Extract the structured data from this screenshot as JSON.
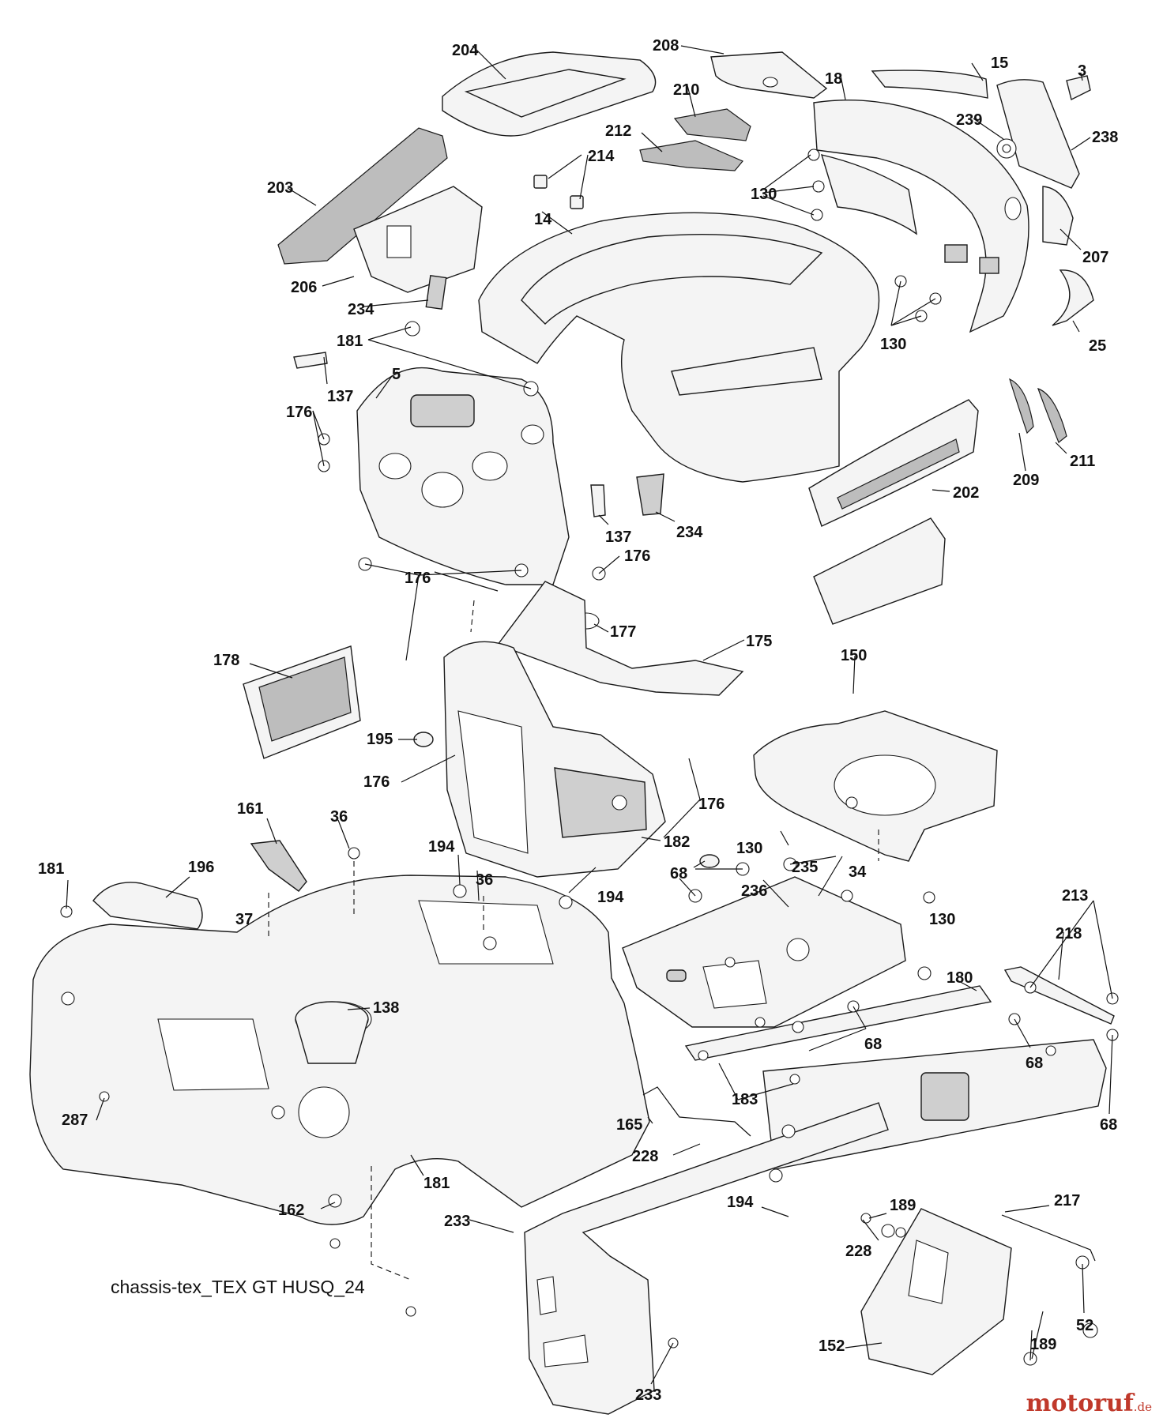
{
  "diagram": {
    "caption": "chassis-tex_TEX GT HUSQ_24",
    "watermark": {
      "name": "motoruf",
      "tld": ".de",
      "color": "#c0392b"
    },
    "callouts": [
      "204",
      "208",
      "15",
      "3",
      "18",
      "210",
      "212",
      "239",
      "238",
      "214",
      "203",
      "130",
      "206",
      "14",
      "207",
      "234",
      "130",
      "25",
      "181",
      "137",
      "5",
      "176",
      "209",
      "211",
      "202",
      "137",
      "234",
      "176",
      "176",
      "177",
      "175",
      "178",
      "150",
      "195",
      "176",
      "176",
      "182",
      "161",
      "36",
      "130",
      "194",
      "235",
      "34",
      "68",
      "236",
      "181",
      "196",
      "194",
      "37",
      "130",
      "213",
      "218",
      "36",
      "180",
      "138",
      "68",
      "68",
      "183",
      "68",
      "287",
      "165",
      "228",
      "181",
      "194",
      "189",
      "162",
      "233",
      "217",
      "228",
      "52",
      "189",
      "152",
      "233"
    ]
  }
}
